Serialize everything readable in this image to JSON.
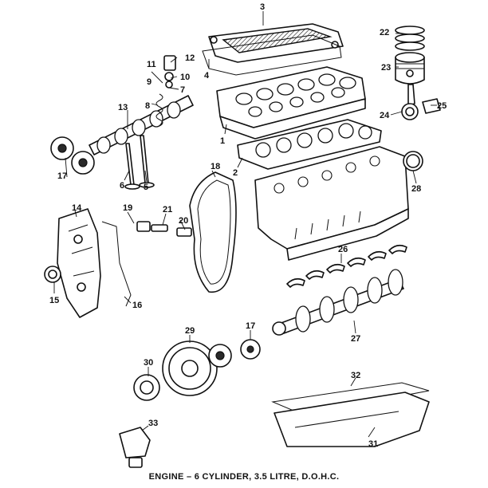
{
  "caption": "ENGINE – 6 CYLINDER, 3.5 LITRE, D.O.H.C.",
  "callouts": [
    "1",
    "2",
    "3",
    "4",
    "5",
    "6",
    "7",
    "8",
    "9",
    "10",
    "11",
    "12",
    "13",
    "14",
    "15",
    "16",
    "17",
    "17",
    "18",
    "19",
    "20",
    "21",
    "22",
    "23",
    "24",
    "25",
    "26",
    "27",
    "28",
    "29",
    "30",
    "31",
    "32",
    "33"
  ],
  "parts": [
    {
      "id": 3,
      "name": "valve-cover"
    },
    {
      "id": 4,
      "name": "valve-cover-gasket"
    },
    {
      "id": 1,
      "name": "cylinder-head"
    },
    {
      "id": 2,
      "name": "head-gasket"
    },
    {
      "id": 13,
      "name": "camshaft"
    },
    {
      "id": 17,
      "name": "sprocket"
    },
    {
      "id": 22,
      "name": "piston-rings"
    },
    {
      "id": 23,
      "name": "piston"
    },
    {
      "id": 24,
      "name": "connecting-rod"
    },
    {
      "id": 14,
      "name": "timing-cover"
    },
    {
      "id": 18,
      "name": "timing-chain"
    },
    {
      "id": 28,
      "name": "seal"
    },
    {
      "id": 27,
      "name": "crankshaft"
    },
    {
      "id": 29,
      "name": "vibration-damper"
    },
    {
      "id": 30,
      "name": "pulley-hub"
    },
    {
      "id": 31,
      "name": "oil-pan"
    },
    {
      "id": 32,
      "name": "oil-pan-gasket"
    },
    {
      "id": 33,
      "name": "engine-mount"
    }
  ]
}
